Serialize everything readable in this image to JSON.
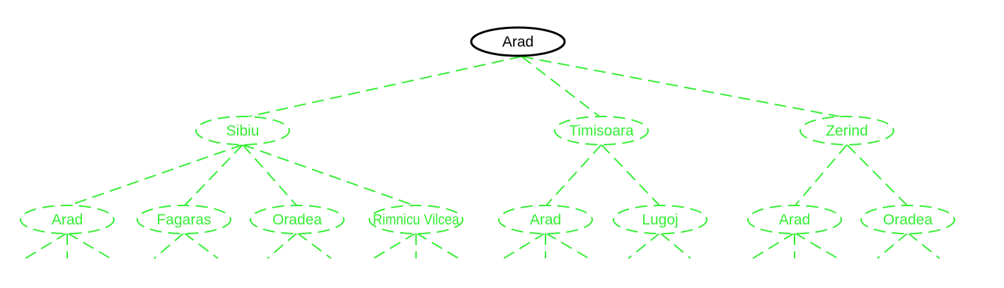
{
  "colors": {
    "frontier": "#33ee33",
    "root_stroke": "#000000",
    "root_text": "#000000"
  },
  "tree": {
    "root": {
      "id": "arad-root",
      "label": "Arad"
    },
    "level1": [
      {
        "id": "sibiu",
        "label": "Sibiu"
      },
      {
        "id": "timisoara",
        "label": "Timisoara"
      },
      {
        "id": "zerind",
        "label": "Zerind"
      }
    ],
    "level2": [
      {
        "id": "sibiu-arad",
        "parent": "sibiu",
        "label": "Arad"
      },
      {
        "id": "sibiu-fagaras",
        "parent": "sibiu",
        "label": "Fagaras"
      },
      {
        "id": "sibiu-oradea",
        "parent": "sibiu",
        "label": "Oradea"
      },
      {
        "id": "sibiu-rimnicu-vilcea",
        "parent": "sibiu",
        "label": "Rimnicu Vilcea"
      },
      {
        "id": "timisoara-arad",
        "parent": "timisoara",
        "label": "Arad"
      },
      {
        "id": "timisoara-lugoj",
        "parent": "timisoara",
        "label": "Lugoj"
      },
      {
        "id": "zerind-arad",
        "parent": "zerind",
        "label": "Arad"
      },
      {
        "id": "zerind-oradea",
        "parent": "zerind",
        "label": "Oradea"
      }
    ]
  }
}
